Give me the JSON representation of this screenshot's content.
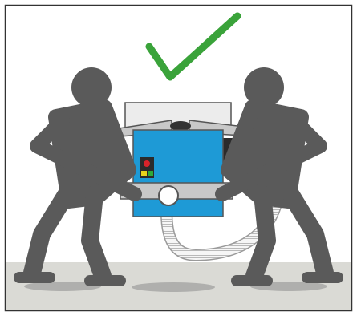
{
  "illustration": {
    "checkmark": {
      "icon": "checkmark-icon",
      "color": "#3aa33a"
    },
    "machine": {
      "icon": "planer-thicknesser-machine",
      "body_color": "#1e9ad6",
      "control_button_color": "#d8232a",
      "indicator_colors": [
        "#e8d21d",
        "#2eaa3a"
      ]
    },
    "people": {
      "icon": "person-icon",
      "color": "#5a5a5a",
      "count": 2
    },
    "hose": {
      "icon": "extraction-hose"
    },
    "floor": {
      "color": "#dadad5"
    },
    "frame_border_color": "#333333"
  }
}
